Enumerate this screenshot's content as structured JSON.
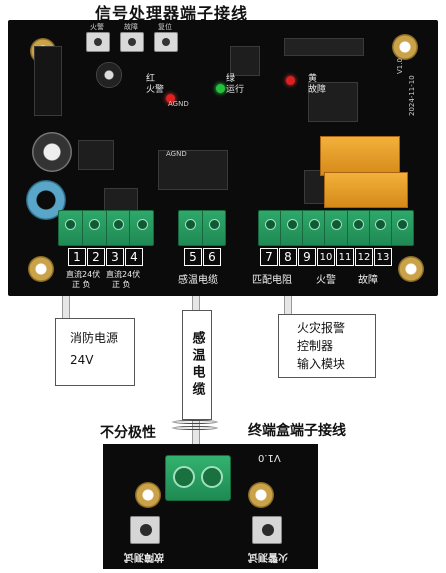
{
  "title": "信号处理器端子接线",
  "board": {
    "buttons": [
      "火警",
      "故障",
      "复位"
    ],
    "leds": {
      "red": {
        "label": "红\n火警",
        "color": "#e02020"
      },
      "green": {
        "label": "绿\n运行",
        "color": "#22c33a"
      },
      "yellow": {
        "label": "黄\n故障",
        "color": "#e02020"
      }
    },
    "silk_misc": [
      "V1.0",
      "2024-11-10",
      "AGND",
      "AGND"
    ],
    "pins": [
      "1",
      "2",
      "3",
      "4",
      "5",
      "6",
      "7",
      "8",
      "9",
      "10",
      "11",
      "12",
      "13"
    ],
    "pin_labels": {
      "dc1_top": "直流24伏",
      "dc1_bottom": "正 负",
      "dc2_top": "直流24伏",
      "dc2_bottom": "正 负",
      "sensor": "感温电缆",
      "resistor": "匹配电阻",
      "fire": "火警",
      "fault": "故障"
    }
  },
  "boxes": {
    "power": [
      "消防电源",
      "24V"
    ],
    "cable": "感温电缆",
    "controller": [
      "火灾报警",
      "控制器",
      "输入模块"
    ]
  },
  "terminal": {
    "polarity_note": "不分极性",
    "heading": "终端盒端子接线",
    "version": "V1.0",
    "btn_left_label": "故障测试",
    "btn_right_label": "火警测试"
  },
  "colors": {
    "board": "#0b0b0b",
    "terminal_green": "#2fa86a",
    "relay": "#f2b13a"
  }
}
